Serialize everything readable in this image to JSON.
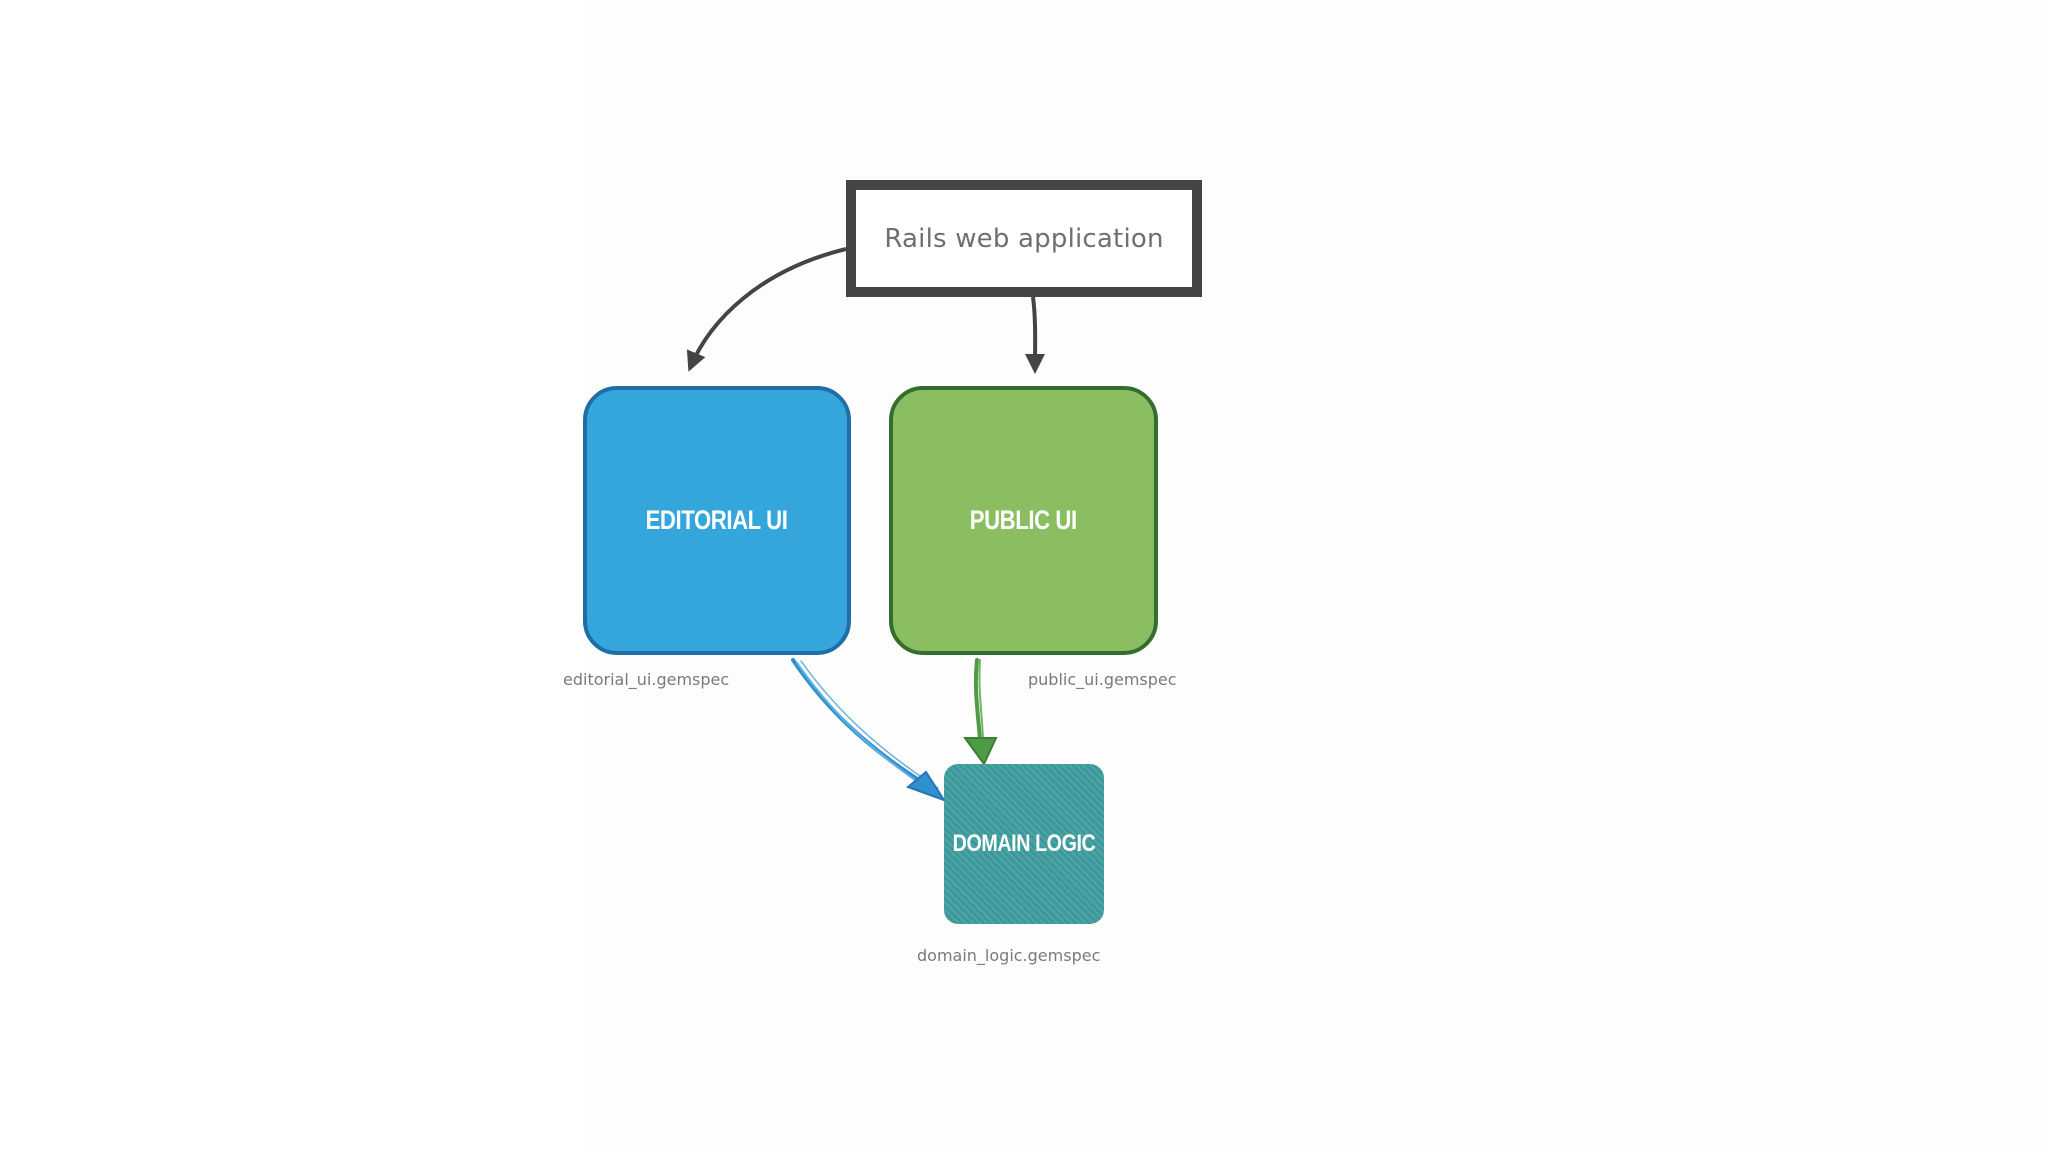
{
  "nodes": {
    "rails": {
      "label": "Rails web application"
    },
    "editorial": {
      "label": "EDITORIAL UI",
      "caption": "editorial_ui.gemspec",
      "color": "#35a6dc",
      "border_color": "#1f6fa6"
    },
    "public": {
      "label": "PUBLIC UI",
      "caption": "public_ui.gemspec",
      "color": "#8bbe61",
      "border_color": "#346e2f"
    },
    "domain": {
      "label": "DOMAIN LOGIC",
      "caption": "domain_logic.gemspec",
      "color": "#3f9f9f"
    }
  },
  "edges": [
    {
      "from": "rails",
      "to": "editorial",
      "style": "solid",
      "color": "#444444"
    },
    {
      "from": "rails",
      "to": "public",
      "style": "solid",
      "color": "#444444"
    },
    {
      "from": "editorial",
      "to": "domain",
      "style": "hand-drawn",
      "color": "#2f8fcf"
    },
    {
      "from": "public",
      "to": "domain",
      "style": "hand-drawn",
      "color": "#4e9a45"
    }
  ]
}
